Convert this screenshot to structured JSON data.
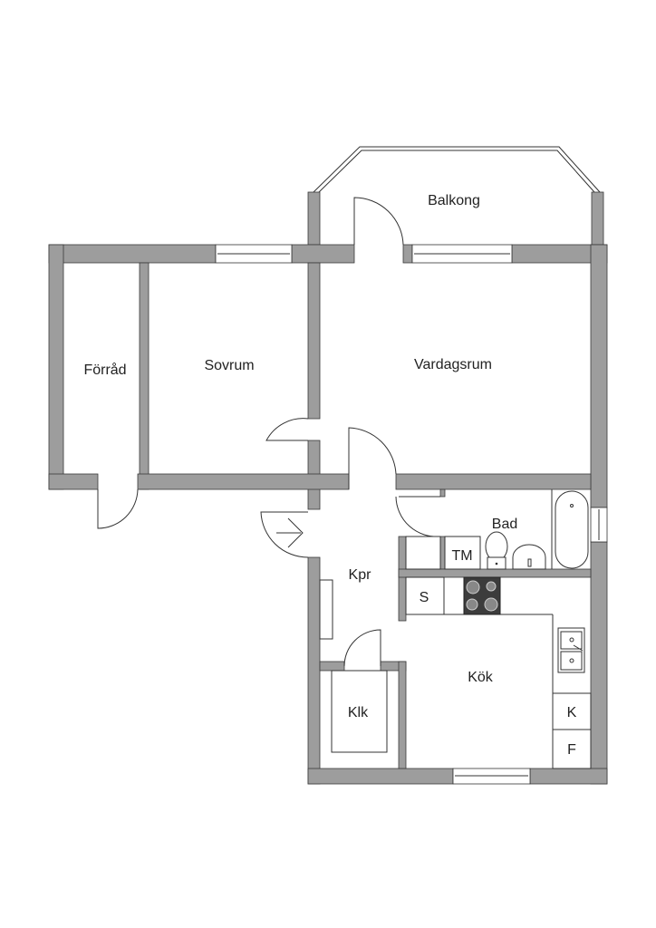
{
  "floor_plan": {
    "rooms": {
      "balkong": "Balkong",
      "forrad": "Förråd",
      "sovrum": "Sovrum",
      "vardagsrum": "Vardagsrum",
      "bad": "Bad",
      "tm": "TM",
      "kpr": "Kpr",
      "s": "S",
      "kok": "Kök",
      "klk": "Klk",
      "k": "K",
      "f": "F"
    },
    "colors": {
      "wall": "#9d9d9d",
      "stove": "#3c3c3c",
      "background": "#ffffff"
    }
  }
}
